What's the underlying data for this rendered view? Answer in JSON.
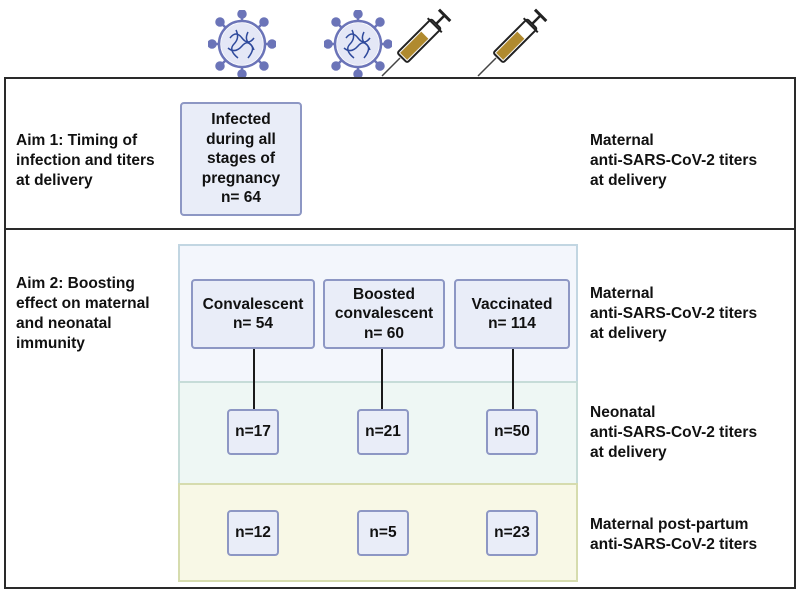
{
  "aim1": {
    "label": "Aim 1: Timing of\ninfection and titers\nat delivery",
    "box": "Infected\nduring all\nstages of\npregnancy\nn= 64",
    "outcome": "Maternal\nanti-SARS-CoV-2 titers\nat delivery"
  },
  "aim2": {
    "label": "Aim 2: Boosting\neffect on maternal\nand neonatal\nimmunity",
    "groups": [
      {
        "label": "Convalescent\nn= 54",
        "neonatal": "n=17",
        "postpartum": "n=12"
      },
      {
        "label": "Boosted\nconvalescent\nn= 60",
        "neonatal": "n=21",
        "postpartum": "n=5"
      },
      {
        "label": "Vaccinated\nn= 114",
        "neonatal": "n=50",
        "postpartum": "n=23"
      }
    ],
    "outcomes": {
      "maternal": "Maternal\nanti-SARS-CoV-2 titers\nat delivery",
      "neonatal": "Neonatal\nanti-SARS-CoV-2 titers\nat delivery",
      "postpartum": "Maternal post-partum\nanti-SARS-CoV-2 titers"
    }
  },
  "icons": [
    "virus-icon",
    "virus-icon",
    "syringe-icon",
    "syringe-icon"
  ],
  "colors": {
    "box_fill": "#e9edf8",
    "box_border": "#8d97c4",
    "band_maternal": "#f3f6fc",
    "band_neonatal": "#eef7f4",
    "band_postpartum": "#f8f8e6",
    "virus": "#6b74b8",
    "syringe_fill": "#b08a2e"
  }
}
